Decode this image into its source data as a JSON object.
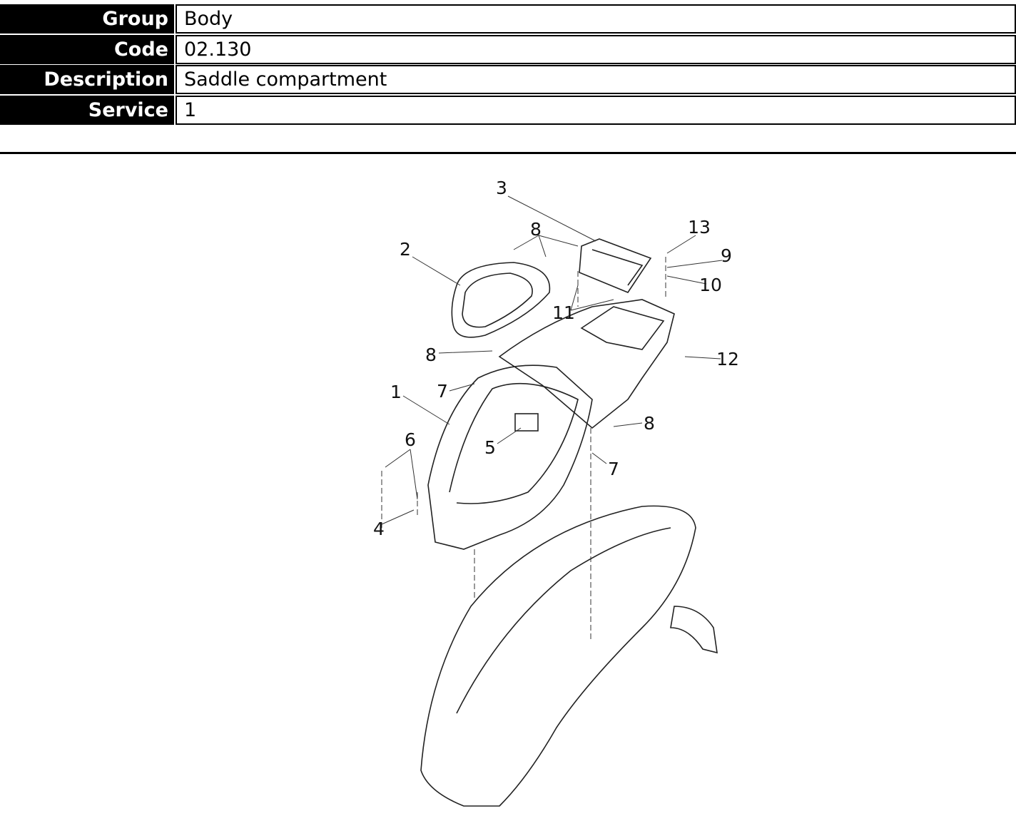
{
  "header": {
    "rows": [
      {
        "label": "Group",
        "value": "Body"
      },
      {
        "label": "Code",
        "value": "02.130"
      },
      {
        "label": "Description",
        "value": "Saddle compartment"
      },
      {
        "label": "Service",
        "value": "1"
      }
    ]
  },
  "diagram": {
    "callouts": [
      "3",
      "8",
      "2",
      "13",
      "9",
      "10",
      "11",
      "8",
      "12",
      "1",
      "7",
      "8",
      "5",
      "6",
      "7",
      "4"
    ]
  }
}
